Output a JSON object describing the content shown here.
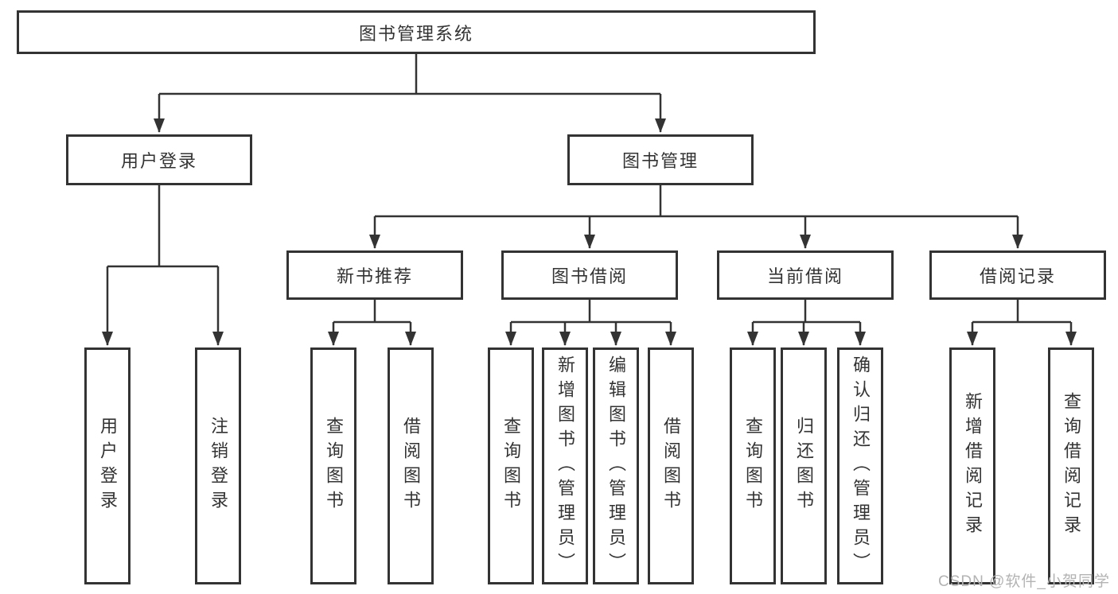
{
  "palette": {
    "line": "#333333",
    "text": "#333333",
    "box_fill": "#ffffff",
    "background": "#ffffff",
    "watermark": "#b3b3b3"
  },
  "tree": {
    "root": {
      "label": "图书管理系统",
      "children": [
        {
          "label": "用户登录",
          "children": [
            {
              "label": "用户登录"
            },
            {
              "label": "注销登录"
            }
          ]
        },
        {
          "label": "图书管理",
          "children": [
            {
              "label": "新书推荐",
              "children": [
                {
                  "label": "查询图书"
                },
                {
                  "label": "借阅图书"
                }
              ]
            },
            {
              "label": "图书借阅",
              "children": [
                {
                  "label": "查询图书"
                },
                {
                  "label": "新增图书（管理员）"
                },
                {
                  "label": "编辑图书（管理员）"
                },
                {
                  "label": "借阅图书"
                }
              ]
            },
            {
              "label": "当前借阅",
              "children": [
                {
                  "label": "查询图书"
                },
                {
                  "label": "归还图书"
                },
                {
                  "label": "确认归还（管理员）"
                }
              ]
            },
            {
              "label": "借阅记录",
              "children": [
                {
                  "label": "新增借阅记录"
                },
                {
                  "label": "查询借阅记录"
                }
              ]
            }
          ]
        }
      ]
    }
  },
  "watermark": {
    "text": "CSDN @软件_小贺同学"
  }
}
